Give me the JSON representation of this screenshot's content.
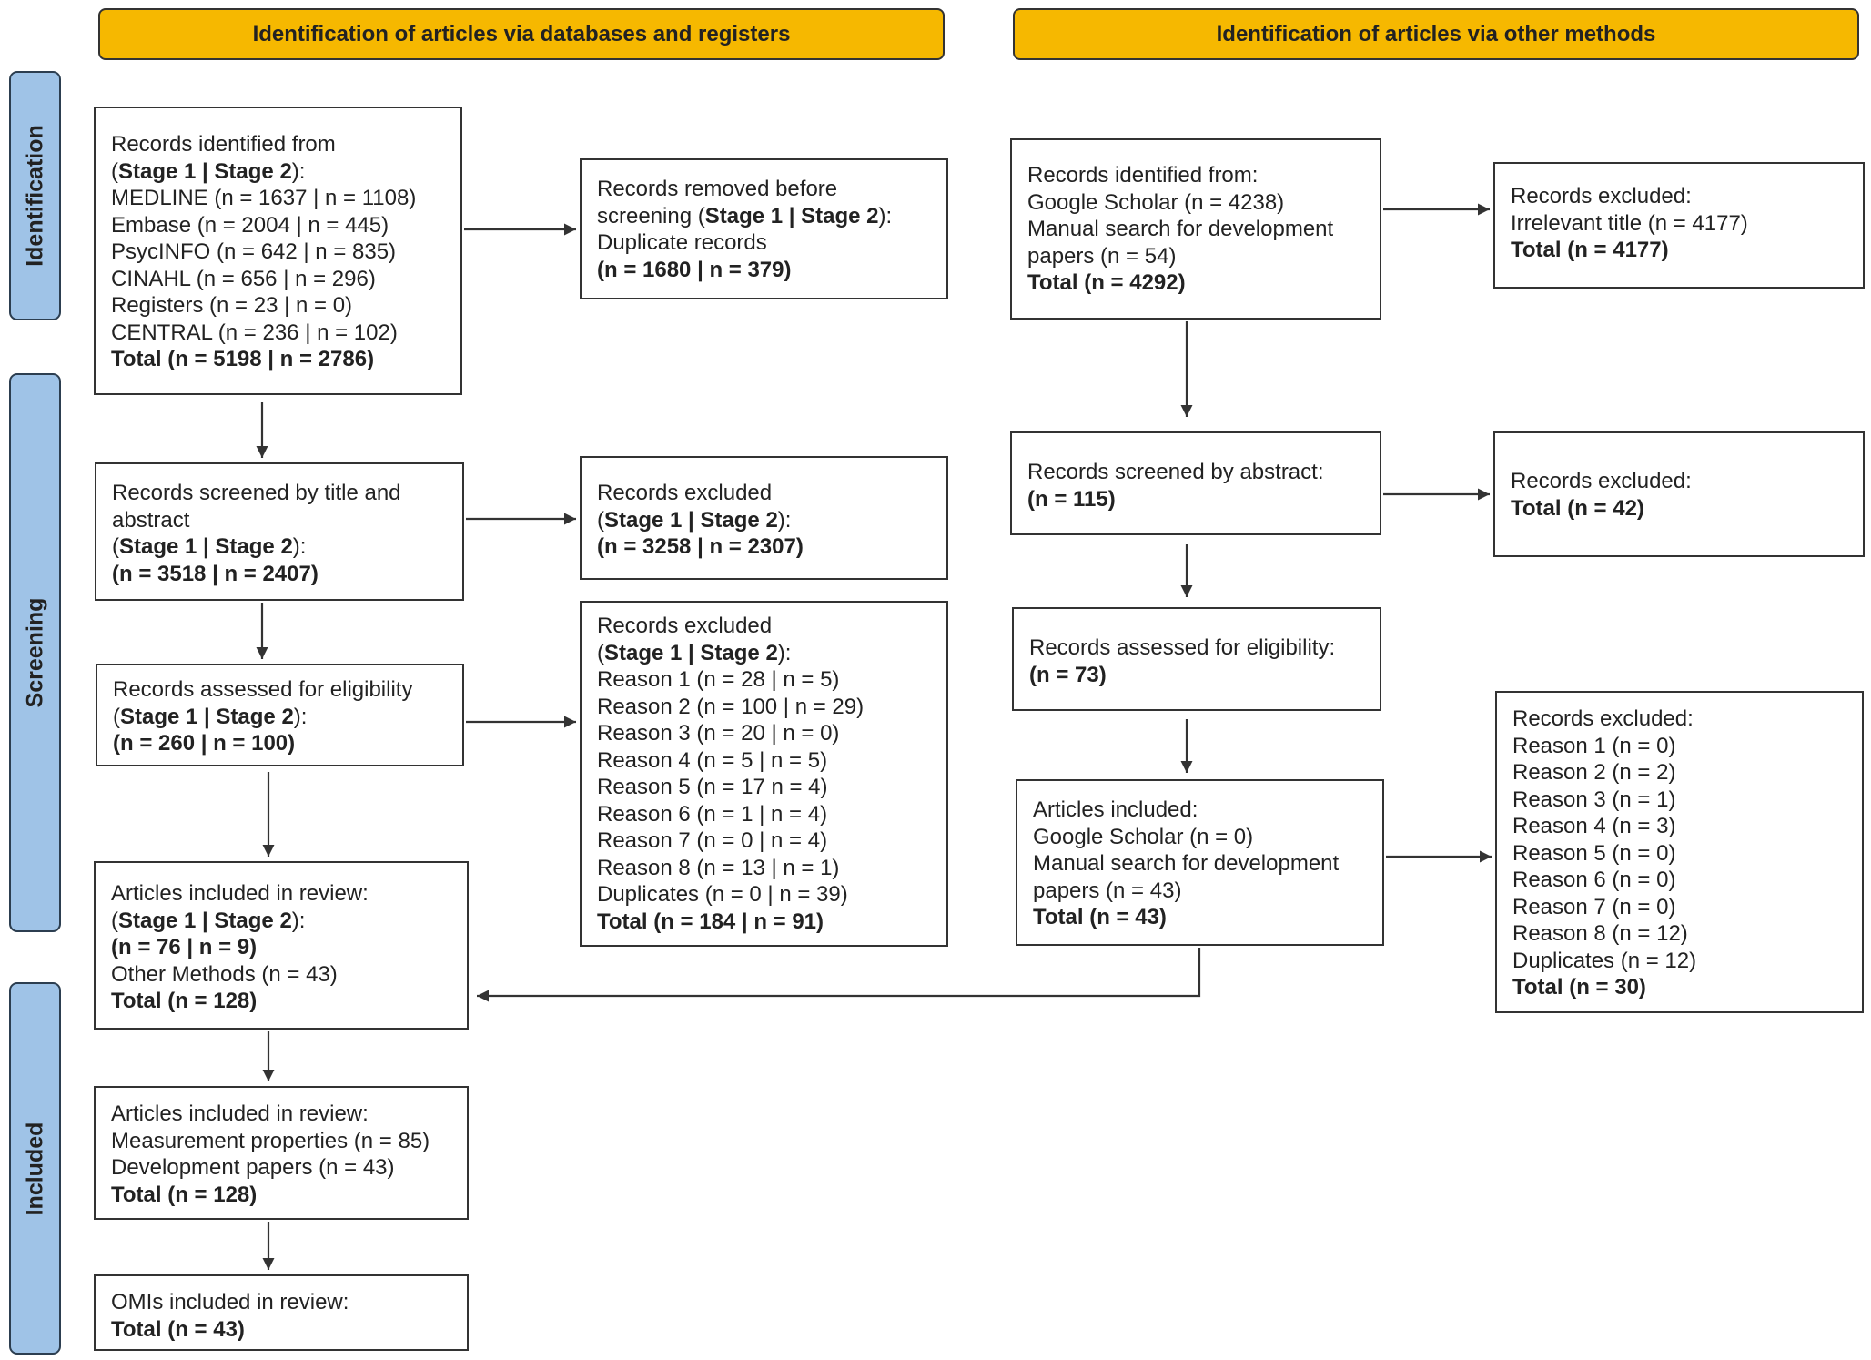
{
  "headers": {
    "databases": "Identification of articles via databases and registers",
    "other": "Identification of articles via other methods"
  },
  "phases": {
    "identification": "Identification",
    "screening": "Screening",
    "included": "Included"
  },
  "left": {
    "identified": {
      "l1": "Records identified from",
      "l2_open": "(",
      "l2_stage": "Stage 1 | Stage 2",
      "l2_close": "):",
      "medline": "MEDLINE (n = 1637 | n = 1108)",
      "embase": "Embase (n = 2004 | n = 445)",
      "psycinfo": "PsycINFO (n = 642 | n = 835)",
      "cinahl": "CINAHL (n = 656 | n = 296)",
      "registers": "Registers (n = 23 | n = 0)",
      "central": "CENTRAL (n = 236 | n = 102)",
      "total": "Total (n = 5198 | n = 2786)"
    },
    "removed": {
      "l1": "Records removed before",
      "l2_pre": "screening (",
      "l2_stage": "Stage 1 | Stage 2",
      "l2_close": "):",
      "l3": "Duplicate records",
      "total": "(n = 1680 | n = 379)"
    },
    "screened": {
      "l1": "Records screened by title and",
      "l2": "abstract",
      "l3_open": "(",
      "l3_stage": "Stage 1 | Stage 2",
      "l3_close": "):",
      "total": "(n = 3518 | n = 2407)"
    },
    "excluded1": {
      "l1": "Records excluded",
      "l2_open": "(",
      "l2_stage": "Stage 1 | Stage 2",
      "l2_close": "):",
      "total": "(n = 3258 | n = 2307)"
    },
    "eligibility": {
      "l1": "Records assessed for eligibility",
      "l2_open": "(",
      "l2_stage": "Stage 1 | Stage 2",
      "l2_close": "):",
      "total": "(n = 260 | n = 100)"
    },
    "excluded2": {
      "l1": "Records excluded",
      "l2_open": "(",
      "l2_stage": "Stage 1 | Stage 2",
      "l2_close": "):",
      "reasons": [
        "Reason 1 (n = 28 | n = 5)",
        "Reason 2 (n = 100 | n = 29)",
        "Reason 3 (n = 20 | n = 0)",
        "Reason 4 (n = 5 | n = 5)",
        "Reason 5 (n = 17 n = 4)",
        "Reason 6 (n = 1 | n = 4)",
        "Reason 7 (n = 0 | n = 4)",
        "Reason 8 (n = 13 | n = 1)",
        "Duplicates (n = 0 | n = 39)"
      ],
      "total": "Total (n = 184 | n = 91)"
    },
    "included_review": {
      "l1": "Articles included in review:",
      "l2_open": "(",
      "l2_stage": "Stage 1 | Stage 2",
      "l2_close": "):",
      "l3": "(n = 76 | n = 9)",
      "l4": "Other Methods (n = 43)",
      "total": "Total (n = 128)"
    },
    "included_final": {
      "l1": "Articles included in review:",
      "l2": "Measurement properties (n = 85)",
      "l3": "Development papers (n = 43)",
      "total": "Total (n = 128)"
    },
    "omis": {
      "l1": "OMIs included in review:",
      "total": "Total (n = 43)"
    }
  },
  "right": {
    "identified": {
      "l1": "Records identified from:",
      "l2": "Google Scholar (n = 4238)",
      "l3": "Manual search for development",
      "l4": "papers (n = 54)",
      "total": "Total (n = 4292)"
    },
    "excluded1": {
      "l1": "Records excluded:",
      "l2": "Irrelevant title (n = 4177)",
      "total": "Total (n = 4177)"
    },
    "screened": {
      "l1": "Records screened by abstract:",
      "total": "(n = 115)"
    },
    "excluded2": {
      "l1": "Records excluded:",
      "total": "Total (n = 42)"
    },
    "eligibility": {
      "l1": "Records assessed for eligibility:",
      "total": "(n = 73)"
    },
    "included": {
      "l1": "Articles included:",
      "l2": "Google Scholar (n = 0)",
      "l3": "Manual search for development",
      "l4": "papers (n = 43)",
      "total": "Total (n = 43)"
    },
    "excluded3": {
      "l1": "Records excluded:",
      "reasons": [
        "Reason 1 (n = 0)",
        "Reason 2 (n = 2)",
        "Reason 3 (n = 1)",
        "Reason 4 (n = 3)",
        "Reason 5 (n = 0)",
        "Reason 6 (n = 0)",
        "Reason 7 (n = 0)",
        "Reason 8 (n = 12)",
        "Duplicates (n = 12)"
      ],
      "total": "Total (n = 30)"
    }
  }
}
